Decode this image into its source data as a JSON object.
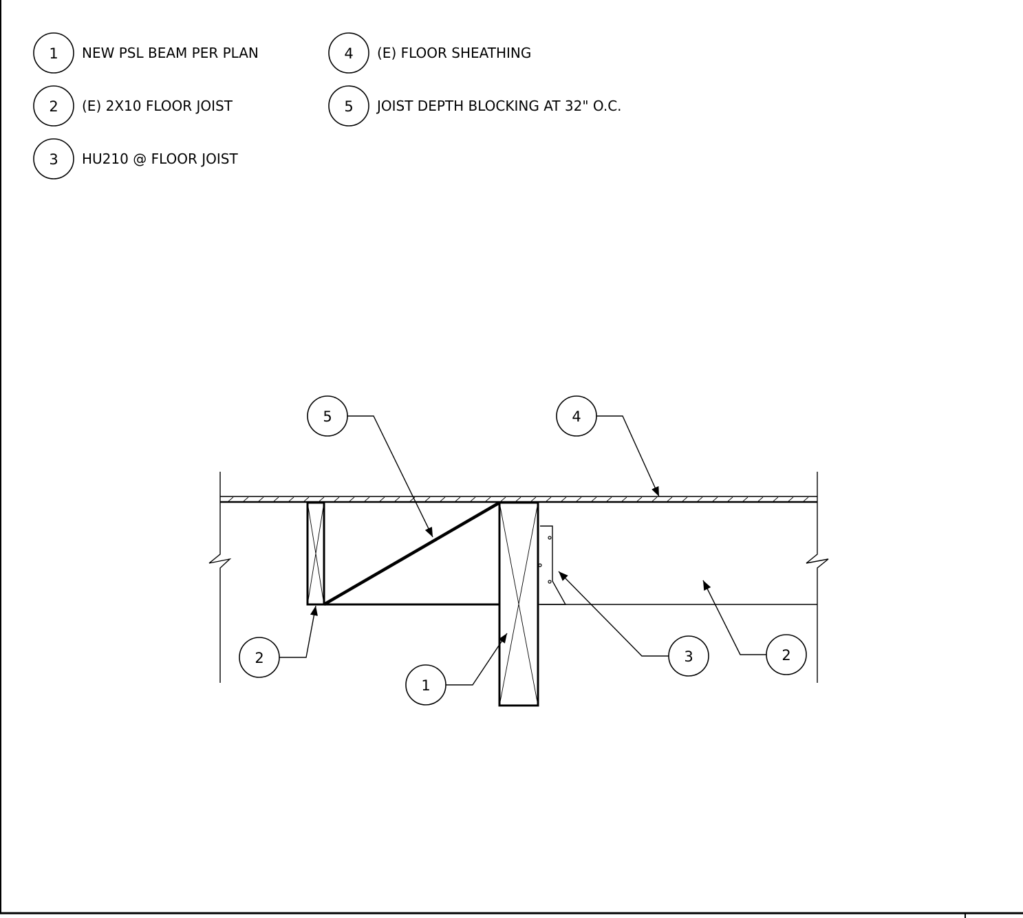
{
  "legend": [
    {
      "num": "1",
      "text": "NEW PSL BEAM PER PLAN"
    },
    {
      "num": "2",
      "text": "(E) 2X10 FLOOR JOIST"
    },
    {
      "num": "3",
      "text": "HU210 @ FLOOR JOIST"
    },
    {
      "num": "4",
      "text": "(E) FLOOR SHEATHING"
    },
    {
      "num": "5",
      "text": "JOIST DEPTH BLOCKING AT 32\" O.C."
    }
  ],
  "callouts": {
    "blocking": "5",
    "sheathing": "4",
    "joist_left": "2",
    "beam": "1",
    "hanger": "3",
    "joist_right": "2"
  }
}
